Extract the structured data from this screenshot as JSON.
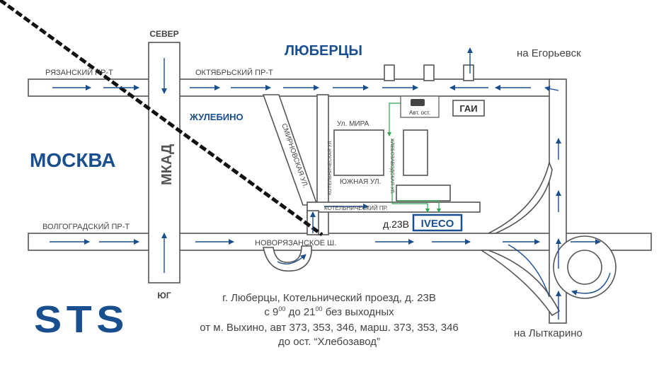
{
  "colors": {
    "brand_blue": "#1a4f8f",
    "road_stroke": "#555555",
    "route_green": "#2aa84a"
  },
  "labels": {
    "north": "СЕВЕР",
    "south": "ЮГ",
    "moscow": "МОСКВА",
    "mkad": "МКАД",
    "zhulebino": "ЖУЛЕБИНО",
    "lyubertsy": "ЛЮБЕРЦЫ",
    "ryazansky": "РЯЗАНСКИЙ ПР-Т",
    "oktyabrsky": "ОКТЯБРЬСКИЙ ПР-Т",
    "volgogradsky": "ВОЛГОГРАДСКИЙ ПР-Т",
    "novoryazanskoe": "НОВОРЯЗАНСКОЕ Ш.",
    "smirnovskaya": "СМИРНОВСКАЯ УЛ.",
    "kotelnicheskaya": "КОТЕЛЬНИЧЕСКАЯ УЛ.",
    "khlebozavodskaya": "ХЛЕБОЗАВОДСКАЯ УЛ.",
    "mira": "Ул. МИРА",
    "yuzhnaya": "ЮЖНАЯ УЛ.",
    "kotelnichesky_pr": "КОТЕЛЬНИЧЕСКИЙ ПР.",
    "bus_stop": "Авт. ост.",
    "gai": "ГАИ",
    "to_egoryevsk": "на Егорьевск",
    "to_lytkarino": "на Лыткарино",
    "building": "д.23В",
    "iveco": "IVECO",
    "sts": "STS"
  },
  "info": {
    "line1": "г. Люберцы, Котельнический проезд, д. 23В",
    "line2_pre": "с 9",
    "line2_sup1": "00",
    "line2_mid": " до 21",
    "line2_sup2": "00",
    "line2_post": " без выходных",
    "line3": "от м. Выхино, авт 373, 353, 346, марш. 373, 353, 346",
    "line4": "до ост. “Хлебозавод”"
  }
}
